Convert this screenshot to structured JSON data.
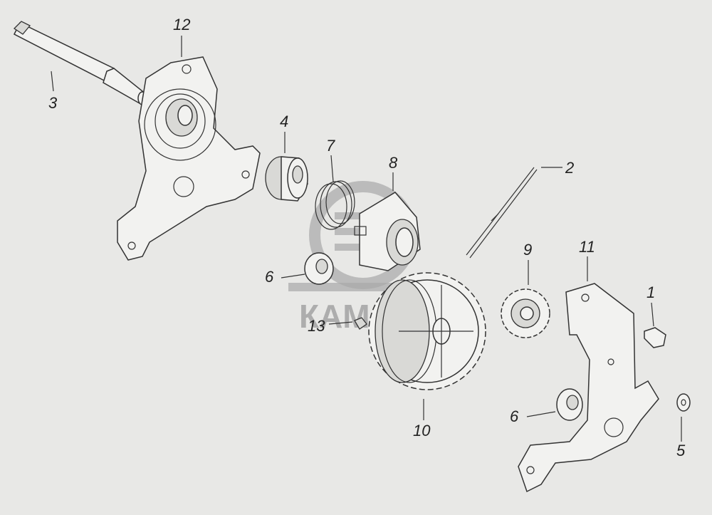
{
  "watermark": "КАМАЗ",
  "callouts": [
    {
      "id": "12",
      "text": "12"
    },
    {
      "id": "3",
      "text": "3"
    },
    {
      "id": "4",
      "text": "4"
    },
    {
      "id": "7",
      "text": "7"
    },
    {
      "id": "8",
      "text": "8"
    },
    {
      "id": "2",
      "text": "2"
    },
    {
      "id": "6a",
      "text": "6"
    },
    {
      "id": "9",
      "text": "9"
    },
    {
      "id": "11",
      "text": "11"
    },
    {
      "id": "1",
      "text": "1"
    },
    {
      "id": "13",
      "text": "13"
    },
    {
      "id": "6b",
      "text": "6"
    },
    {
      "id": "10",
      "text": "10"
    },
    {
      "id": "5",
      "text": "5"
    }
  ]
}
